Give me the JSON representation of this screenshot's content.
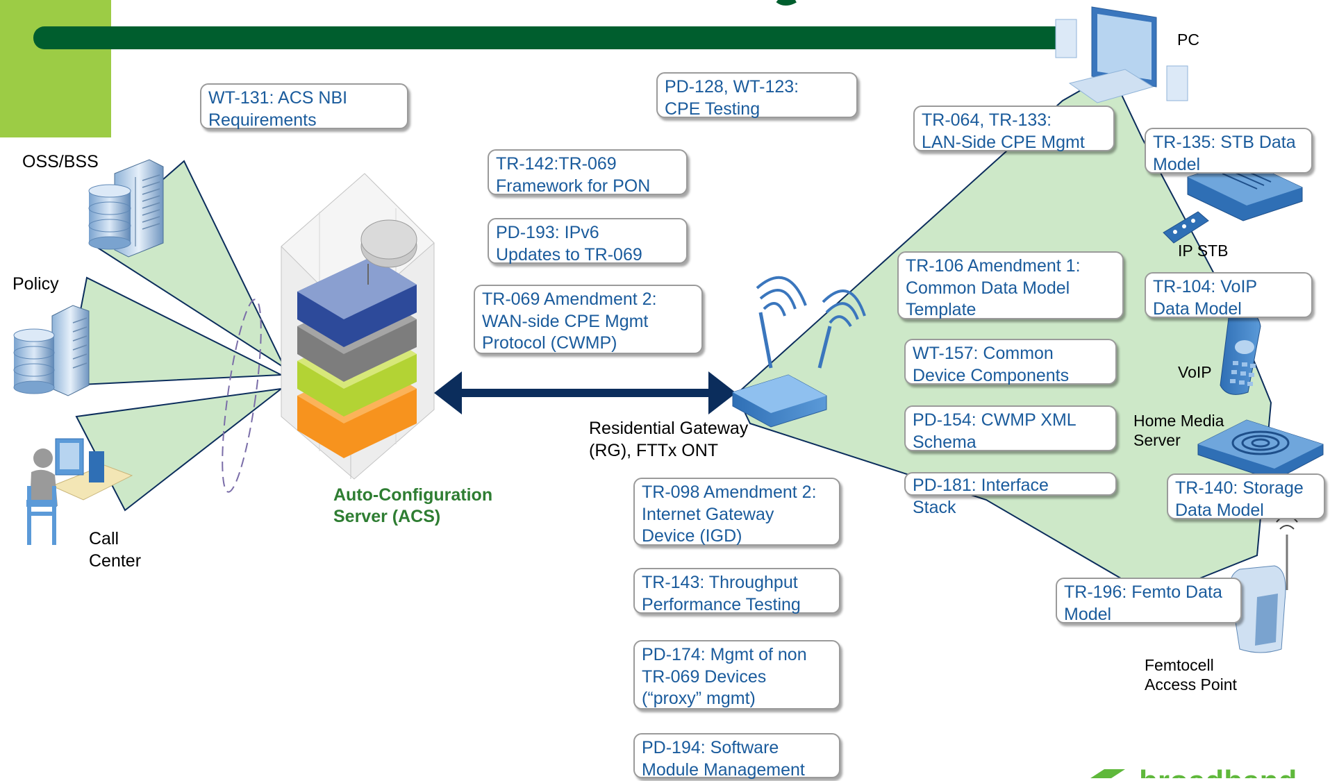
{
  "colors": {
    "header_bar": "#005e2e",
    "header_accent": "#9ccc45",
    "fan_fill": "#cde8c8",
    "box_text": "#1a5b9c",
    "acs_text": "#2e7d32",
    "arrow": "#0b2d5c"
  },
  "icons": [
    "server-icon",
    "database-icon",
    "call-center-agent-icon",
    "acs-rack-icon",
    "wireless-router-icon",
    "pc-icon",
    "set-top-box-icon",
    "remote-control-icon",
    "voip-phone-icon",
    "media-server-icon",
    "femtocell-icon",
    "broadband-forum-logo"
  ],
  "left": {
    "oss_label": "OSS/BSS",
    "policy_label": "Policy",
    "call_center_line1": "Call",
    "call_center_line2": "Center"
  },
  "acs": {
    "line1": "Auto-Configuration",
    "line2": "Server (ACS)"
  },
  "gateway": {
    "line1": "Residential Gateway",
    "line2": "(RG), FTTx ONT"
  },
  "devices": {
    "pc": "PC",
    "ip_stb": "IP STB",
    "voip": "VoIP",
    "hms_line1": "Home Media",
    "hms_line2": "Server",
    "femto_line1": "Femtocell",
    "femto_line2": "Access Point"
  },
  "boxes": {
    "wt131": [
      "WT-131: ACS NBI",
      "Requirements"
    ],
    "pd128": [
      "PD-128, WT-123:",
      "CPE Testing"
    ],
    "tr142": [
      "TR-142:TR-069",
      "Framework for PON"
    ],
    "pd193": [
      "PD-193: IPv6",
      "Updates to TR-069"
    ],
    "tr069": [
      "TR-069 Amendment 2:",
      "WAN-side CPE Mgmt",
      "Protocol (CWMP)"
    ],
    "tr064": [
      "TR-064, TR-133:",
      "LAN-Side CPE Mgmt"
    ],
    "tr106": [
      "TR-106 Amendment 1:",
      "Common Data Model",
      "Template"
    ],
    "wt157": [
      "WT-157: Common",
      "Device Components"
    ],
    "pd154": [
      "PD-154: CWMP XML",
      "Schema"
    ],
    "pd181": [
      "PD-181: Interface",
      "Stack"
    ],
    "tr098": [
      "TR-098 Amendment 2:",
      "Internet Gateway",
      "Device (IGD)"
    ],
    "tr143": [
      "TR-143: Throughput",
      "Performance Testing"
    ],
    "pd174": [
      "PD-174: Mgmt of non",
      "TR-069 Devices",
      "(“proxy” mgmt)"
    ],
    "pd194": [
      "PD-194: Software",
      "Module Management"
    ],
    "tr135": [
      "TR-135: STB Data",
      "Model"
    ],
    "tr104": [
      "TR-104: VoIP",
      "Data Model"
    ],
    "tr140": [
      "TR-140: Storage",
      "Data Model"
    ],
    "tr196": [
      "TR-196: Femto Data",
      "Model"
    ]
  }
}
